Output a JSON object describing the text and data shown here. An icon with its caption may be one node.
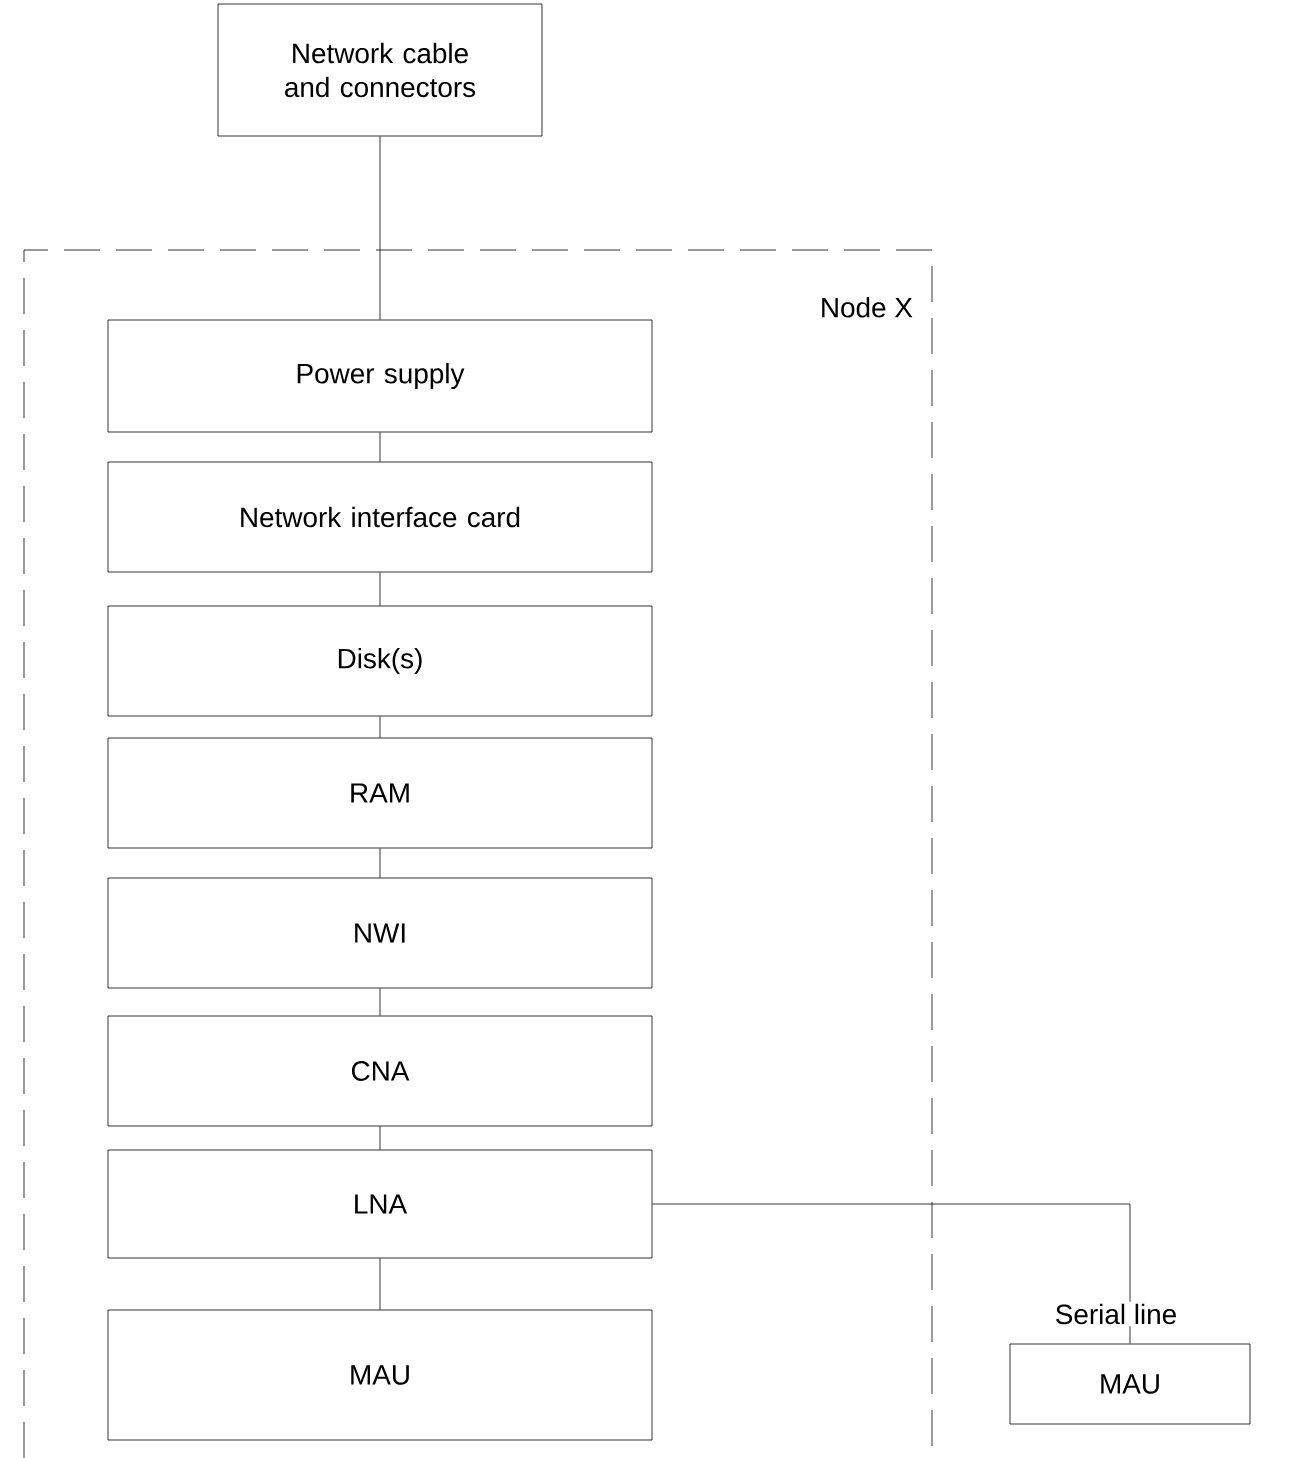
{
  "diagram": {
    "nodes": [
      {
        "text": [
          "Network cable and connectors"
        ]
      },
      {
        "text": [
          "Node X"
        ]
      },
      {
        "text": [
          "Power supply"
        ],
        "in": 1
      },
      {
        "text": [
          "Network interface card"
        ],
        "in": 1
      },
      {
        "text": [
          "Disk(s)"
        ],
        "in": 1
      },
      {
        "text": [
          "RAM"
        ],
        "in": 1
      },
      {
        "text": [
          "NWI"
        ],
        "in": 1
      },
      {
        "text": [
          "CNA"
        ],
        "in": 1
      },
      {
        "text": [
          "LNA"
        ],
        "in": 1
      },
      {
        "text": [
          "MAU"
        ],
        "in": 1
      },
      {
        "text": [
          "MAU"
        ]
      }
    ],
    "edges": [
      {
        "from": 0,
        "to": 2,
        "arrow": "none"
      },
      {
        "from": 2,
        "to": 3,
        "arrow": "none"
      },
      {
        "from": 3,
        "to": 4,
        "arrow": "none"
      },
      {
        "from": 4,
        "to": 5,
        "arrow": "none"
      },
      {
        "from": 5,
        "to": 6,
        "arrow": "none"
      },
      {
        "from": 6,
        "to": 7,
        "arrow": "none"
      },
      {
        "from": 7,
        "to": 8,
        "arrow": "none"
      },
      {
        "from": 8,
        "to": 9,
        "arrow": "none"
      },
      {
        "from": 8,
        "to": 10,
        "label": "Serial line",
        "arrow": "none"
      }
    ]
  }
}
